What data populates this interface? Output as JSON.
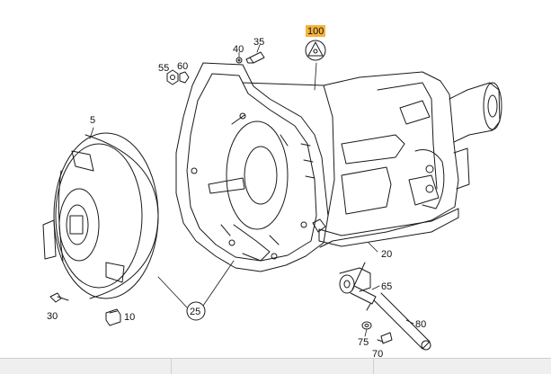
{
  "parts": [
    {
      "id": "p100",
      "label": "100",
      "highlighted": true
    },
    {
      "id": "p40",
      "label": "40"
    },
    {
      "id": "p35",
      "label": "35"
    },
    {
      "id": "p55",
      "label": "55"
    },
    {
      "id": "p60",
      "label": "60"
    },
    {
      "id": "p5",
      "label": "5"
    },
    {
      "id": "p20",
      "label": "20"
    },
    {
      "id": "p65",
      "label": "65"
    },
    {
      "id": "p80",
      "label": "80"
    },
    {
      "id": "p75",
      "label": "75"
    },
    {
      "id": "p70",
      "label": "70"
    },
    {
      "id": "p30",
      "label": "30"
    },
    {
      "id": "p10",
      "label": "10"
    },
    {
      "id": "p25",
      "label": "25"
    }
  ],
  "colors": {
    "highlight": "#f5b33c",
    "line": "#1a1a1a",
    "statusbar": "#efefef"
  }
}
